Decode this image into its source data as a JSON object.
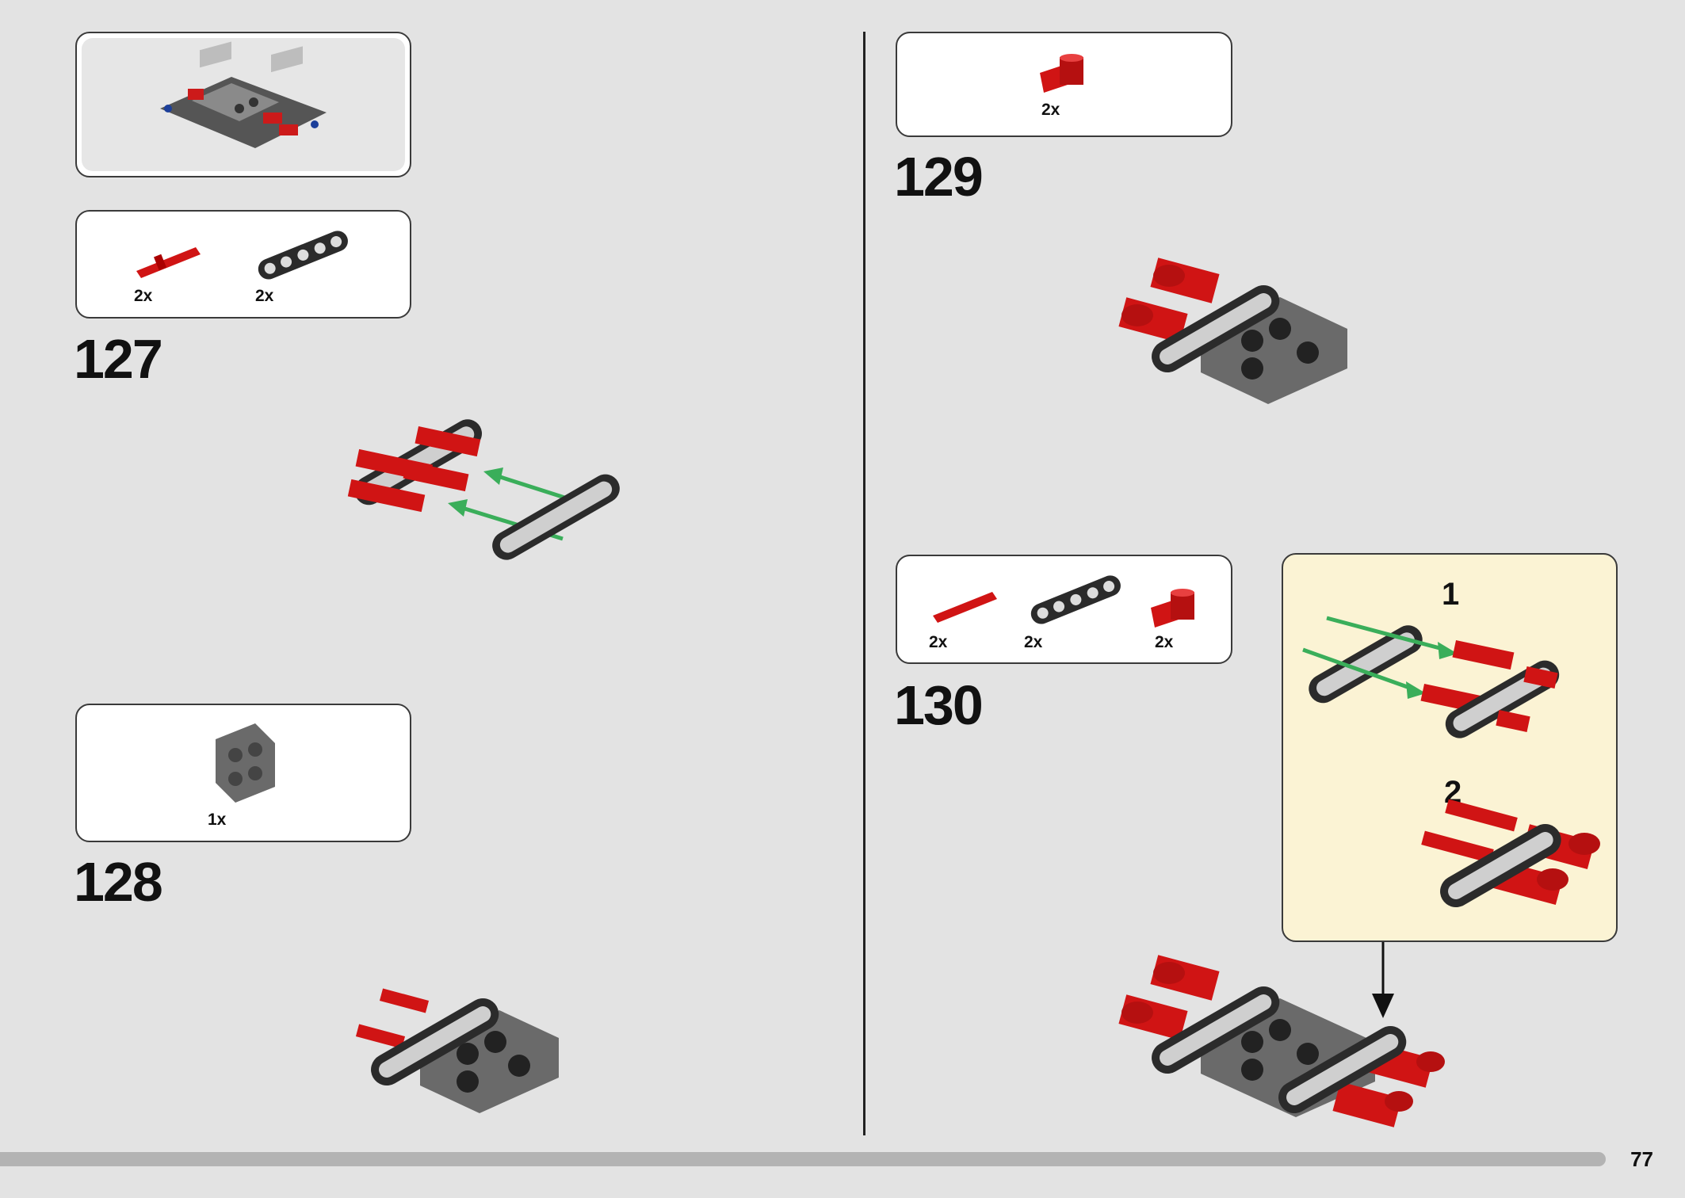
{
  "steps": {
    "s127": {
      "number": "127",
      "parts": [
        {
          "qty": "2x",
          "icon": "red-axle-pin-icon"
        },
        {
          "qty": "2x",
          "icon": "beam-5-icon"
        }
      ]
    },
    "s128": {
      "number": "128",
      "parts": [
        {
          "qty": "1x",
          "icon": "gray-connector-block-icon"
        }
      ]
    },
    "s129": {
      "number": "129",
      "parts": [
        {
          "qty": "2x",
          "icon": "red-cross-block-icon"
        }
      ]
    },
    "s130": {
      "number": "130",
      "parts": [
        {
          "qty": "2x",
          "icon": "red-axle-pin-icon"
        },
        {
          "qty": "2x",
          "icon": "beam-5-icon"
        },
        {
          "qty": "2x",
          "icon": "red-cross-block-icon"
        }
      ],
      "substeps": [
        "1",
        "2"
      ]
    }
  },
  "page_number": "77",
  "colors": {
    "background": "#e3e3e3",
    "callout_bg": "#fbf3d4",
    "brick_red": "#d01414",
    "beam_black": "#2b2b2b",
    "block_gray": "#6a6a6a",
    "arrow_green": "#3aae5a"
  }
}
